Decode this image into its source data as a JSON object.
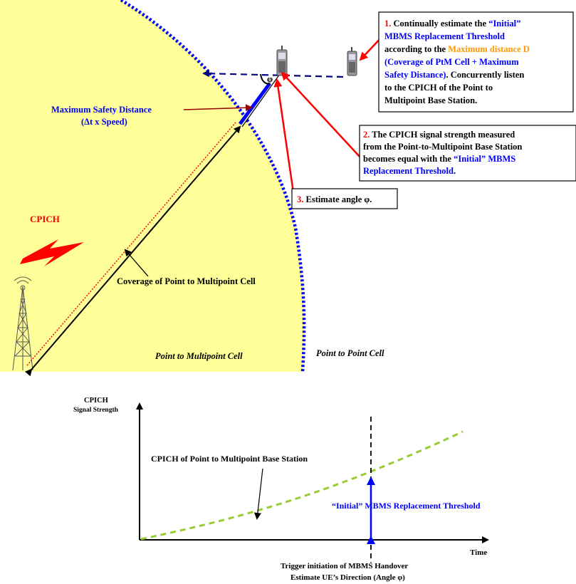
{
  "cell_diagram": {
    "cpich_label": "CPICH",
    "safety_label_line1": "Maximum Safety Distance",
    "safety_label_line2": "(Δt x Speed)",
    "angle_symbol": "φ",
    "coverage_label": "Coverage of Point to Multipoint Cell",
    "ptm_cell_label": "Point to Multipoint Cell",
    "ptp_cell_label": "Point to Point Cell",
    "colors": {
      "ptm_cell_fill": "#ffff99",
      "cell_boundary": "#0000ff",
      "red_arrow": "#ff0000",
      "dark_red_arrow": "#990000",
      "navy_dashed": "#000080",
      "orange_text": "#ff9900"
    },
    "callout1": {
      "number": "1.",
      "text_a": " Continually estimate the ",
      "initial_quoted": "“Initial”",
      "line2": "MBMS Replacement Threshold",
      "line3a": "according to the ",
      "line3b": "Maximum distance D",
      "line4": "(Coverage of PtM Cell + Maximum",
      "line5a": "Safety Distance)",
      "line5b": ". Concurrently listen",
      "line6": "to the CPICH of the Point to",
      "line7": "Multipoint Base Station."
    },
    "callout2": {
      "number": "2.",
      "line1": " The CPICH signal strength measured",
      "line2": "from the Point-to-Multipoint Base Station",
      "line3a": "becomes equal with the ",
      "line3b": "“Initial” MBMS",
      "line4a": "Replacement Threshold",
      "line4b": "."
    },
    "callout3": {
      "number": "3.",
      "text": " Estimate angle φ."
    }
  },
  "chart": {
    "y_label_line1": "CPICH",
    "y_label_line2": "Signal Strength",
    "x_label": "Time",
    "curve_label": "CPICH of Point to Multipoint Base Station",
    "threshold_label": "“Initial” MBMS Replacement Threshold",
    "trigger_line1": "Trigger initiation of MBMS Handover",
    "trigger_line2": "Estimate UE’s Direction (Angle φ)",
    "colors": {
      "curve": "#99cc33",
      "threshold_arrow": "#0000ff"
    }
  }
}
